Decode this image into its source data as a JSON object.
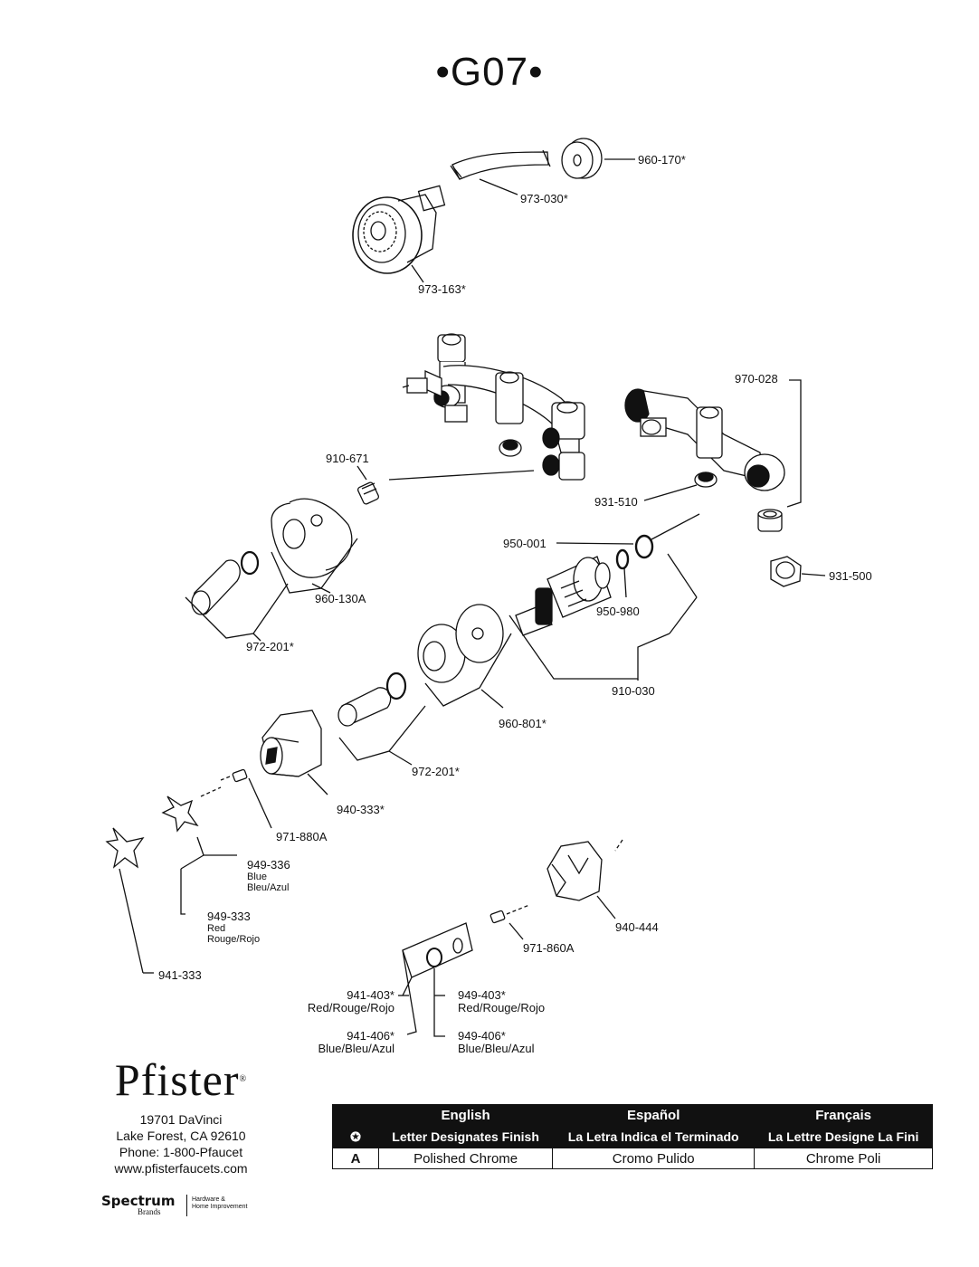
{
  "title": "•G07•",
  "labels": {
    "l960_170": "960-170*",
    "l973_030": "973-030*",
    "l973_163": "973-163*",
    "l970_028": "970-028",
    "l910_671": "910-671",
    "l931_510": "931-510",
    "l950_001": "950-001",
    "l960_130a": "960-130A",
    "l950_980": "950-980",
    "l931_500": "931-500",
    "l972_201a": "972-201*",
    "l910_030": "910-030",
    "l960_801": "960-801*",
    "l972_201b": "972-201*",
    "l940_333": "940-333*",
    "l971_880a": "971-880A",
    "l949_336": "949-336",
    "l949_336_c1": "Blue",
    "l949_336_c2": "Bleu/Azul",
    "l949_333": "949-333",
    "l949_333_c1": "Red",
    "l949_333_c2": "Rouge/Rojo",
    "l940_444": "940-444",
    "l971_860a": "971-860A",
    "l941_333": "941-333",
    "l941_403": "941-403*",
    "l941_403_c": "Red/Rouge/Rojo",
    "l949_403": "949-403*",
    "l949_403_c": "Red/Rouge/Rojo",
    "l941_406": "941-406*",
    "l941_406_c": "Blue/Bleu/Azul",
    "l949_406": "949-406*",
    "l949_406_c": "Blue/Bleu/Azul"
  },
  "brand": {
    "name": "Pfister",
    "mark": "®",
    "address1": "19701 DaVinci",
    "address2": "Lake Forest, CA 92610",
    "phone": "Phone: 1-800-Pfaucet",
    "web": "www.pfisterfaucets.com",
    "parent": "Spectrum",
    "parent_sub": "Brands",
    "division1": "Hardware &",
    "division2": "Home Improvement"
  },
  "finish_table": {
    "headers": [
      "English",
      "Español",
      "Français"
    ],
    "sub_symbol": "✪",
    "sub": [
      "Letter Designates Finish",
      "La Letra Indica el Terminado",
      "La Lettre Designe La Fini"
    ],
    "rows": [
      {
        "code": "A",
        "en": "Polished Chrome",
        "es": "Cromo Pulido",
        "fr": "Chrome Poli"
      }
    ]
  }
}
